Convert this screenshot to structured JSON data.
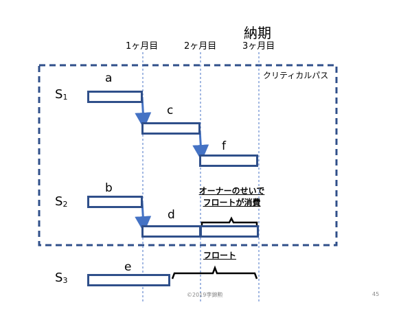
{
  "title": "納期",
  "months": [
    "1ヶ月目",
    "2ヶ月目",
    "3ヶ月目"
  ],
  "critical_path_label": "クリティカルパス",
  "rows": [
    {
      "name": "S",
      "sub": "1"
    },
    {
      "name": "S",
      "sub": "2"
    },
    {
      "name": "S",
      "sub": "3"
    }
  ],
  "tasks": {
    "a": "a",
    "b": "b",
    "c": "c",
    "d": "d",
    "e": "e",
    "f": "f"
  },
  "notes": {
    "owner_line1": "オーナーのせいで",
    "owner_line2": "フロートが消費",
    "float": "フロート"
  },
  "footer": {
    "copyright": "©2019李錦勲",
    "page_number": "45"
  },
  "colors": {
    "bar_border": "#2F4F8A",
    "arrow": "#4472C4",
    "dashed_box": "#2F4F8A",
    "month_line": "#4472C4"
  }
}
